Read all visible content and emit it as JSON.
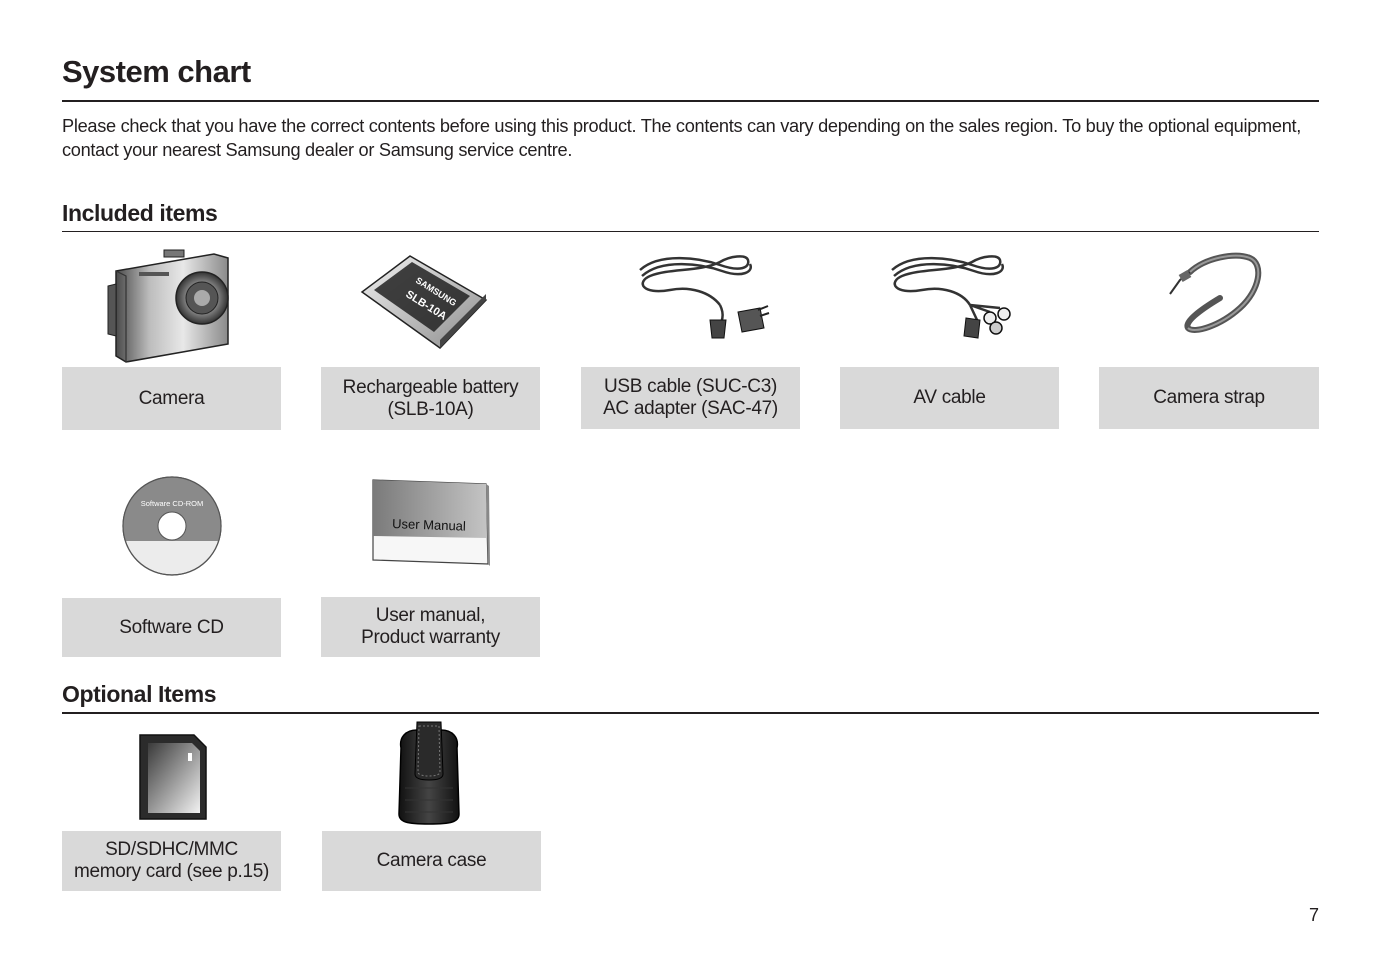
{
  "page": {
    "title": "System chart",
    "intro": "Please check that you have the correct contents before using this product.  The contents can vary depending on the sales region. To buy the optional equipment, contact your nearest Samsung dealer or Samsung service centre.",
    "page_number": "7"
  },
  "included": {
    "heading": "Included items",
    "items": [
      {
        "icon": "camera-icon",
        "lines": [
          "Camera"
        ]
      },
      {
        "icon": "battery-icon",
        "lines": [
          "Rechargeable battery",
          "(SLB-10A)"
        ],
        "print": [
          "SAMSUNG",
          "SLB-10A"
        ]
      },
      {
        "icon": "usb-cable-adapter-icon",
        "lines": [
          "USB cable (SUC-C3)",
          "AC adapter (SAC-47)"
        ]
      },
      {
        "icon": "av-cable-icon",
        "lines": [
          "AV cable"
        ]
      },
      {
        "icon": "camera-strap-icon",
        "lines": [
          "Camera strap"
        ]
      },
      {
        "icon": "software-cd-icon",
        "lines": [
          "Software CD"
        ],
        "print": [
          "Software CD-ROM"
        ]
      },
      {
        "icon": "user-manual-icon",
        "lines": [
          "User manual,",
          "Product warranty"
        ],
        "print": [
          "User Manual"
        ]
      }
    ]
  },
  "optional": {
    "heading": "Optional Items",
    "items": [
      {
        "icon": "memory-card-icon",
        "lines": [
          "SD/SDHC/MMC",
          "memory card (see p.15)"
        ]
      },
      {
        "icon": "camera-case-icon",
        "lines": [
          "Camera case"
        ]
      }
    ]
  }
}
